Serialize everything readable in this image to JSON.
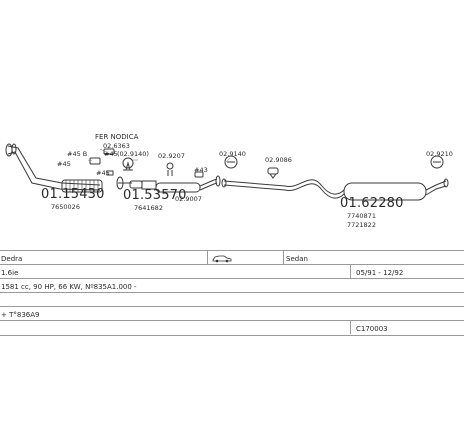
{
  "diagram": {
    "label_fer_nodica": "FER NODICA",
    "label_02_6363": "02.6363",
    "label_45_b": "#45 B",
    "label_45_a": "#45",
    "label_02_9140_top": "(02.9140)",
    "label_02_9207_a": "02.9207",
    "label_02_9140_b": "02.9140",
    "label_02_9086": "02.9086",
    "label_02_9210": "02.9210",
    "label_45_left": "#45",
    "label_45_mid": "#45",
    "label_43": "#43",
    "label_02_9007": "02.9007",
    "part1_number": "01.15430",
    "part1_ref": "7650026",
    "part2_number": "01.53570",
    "part2_ref": "7641682",
    "part3_number": "01.62280",
    "part3_ref_a": "7740871",
    "part3_ref_b": "7721822"
  },
  "info": {
    "model": "Dedra",
    "body_type": "Sedan",
    "engine": "1.6ie",
    "years": "05/91 - 12/92",
    "engine_detail": "1581 cc, 90 HP, 66 KW, Nº835A1.000 -",
    "extra": "+ T°836A9",
    "kit_code": "C170003",
    "car_icon": "car-icon"
  }
}
